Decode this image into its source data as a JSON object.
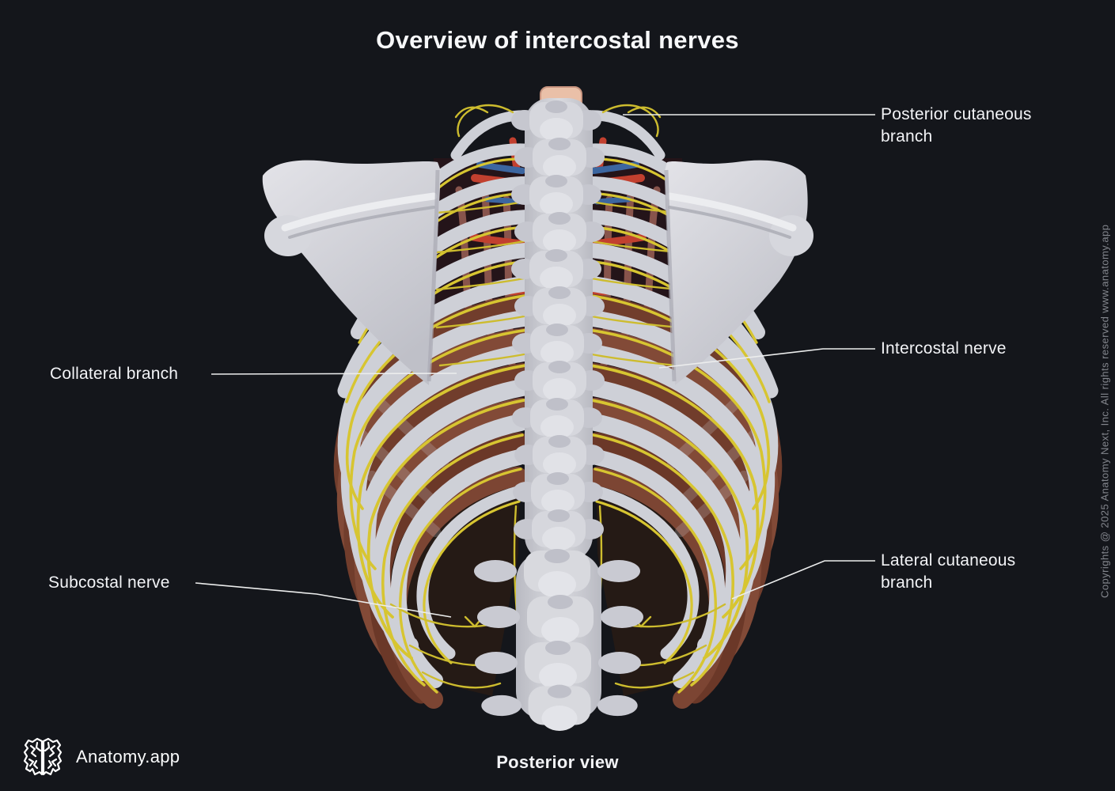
{
  "page": {
    "title": "Overview of intercostal nerves",
    "view_label": "Posterior view",
    "background_color": "#14161b"
  },
  "brand": {
    "name": "Anatomy.app",
    "logo_icon": "brain-icon"
  },
  "copyright": {
    "text": "Copyrights @ 2025 Anatomy Next, Inc. All rights reserved www.anatomy.app"
  },
  "annotations": {
    "posterior_cutaneous_branch": "Posterior cutaneous branch",
    "intercostal_nerve": "Intercostal nerve",
    "lateral_cutaneous_branch": "Lateral cutaneous branch",
    "collateral_branch": "Collateral branch",
    "subcostal_nerve": "Subcostal nerve"
  },
  "figure": {
    "subject": "Rib cage, thoracic spine and intercostal nerves seen from behind",
    "colors": {
      "nerve_yellow": "#d7c531",
      "bone_gray": "#ced0d7",
      "muscle_brown": "#713d2c",
      "artery_red": "#c2402f",
      "vein_blue": "#3c66a0",
      "disc_pink": "#eac0a8",
      "leader_line": "#eceded",
      "label_text": "#f2f3f6",
      "muted_text": "#83868d"
    }
  }
}
